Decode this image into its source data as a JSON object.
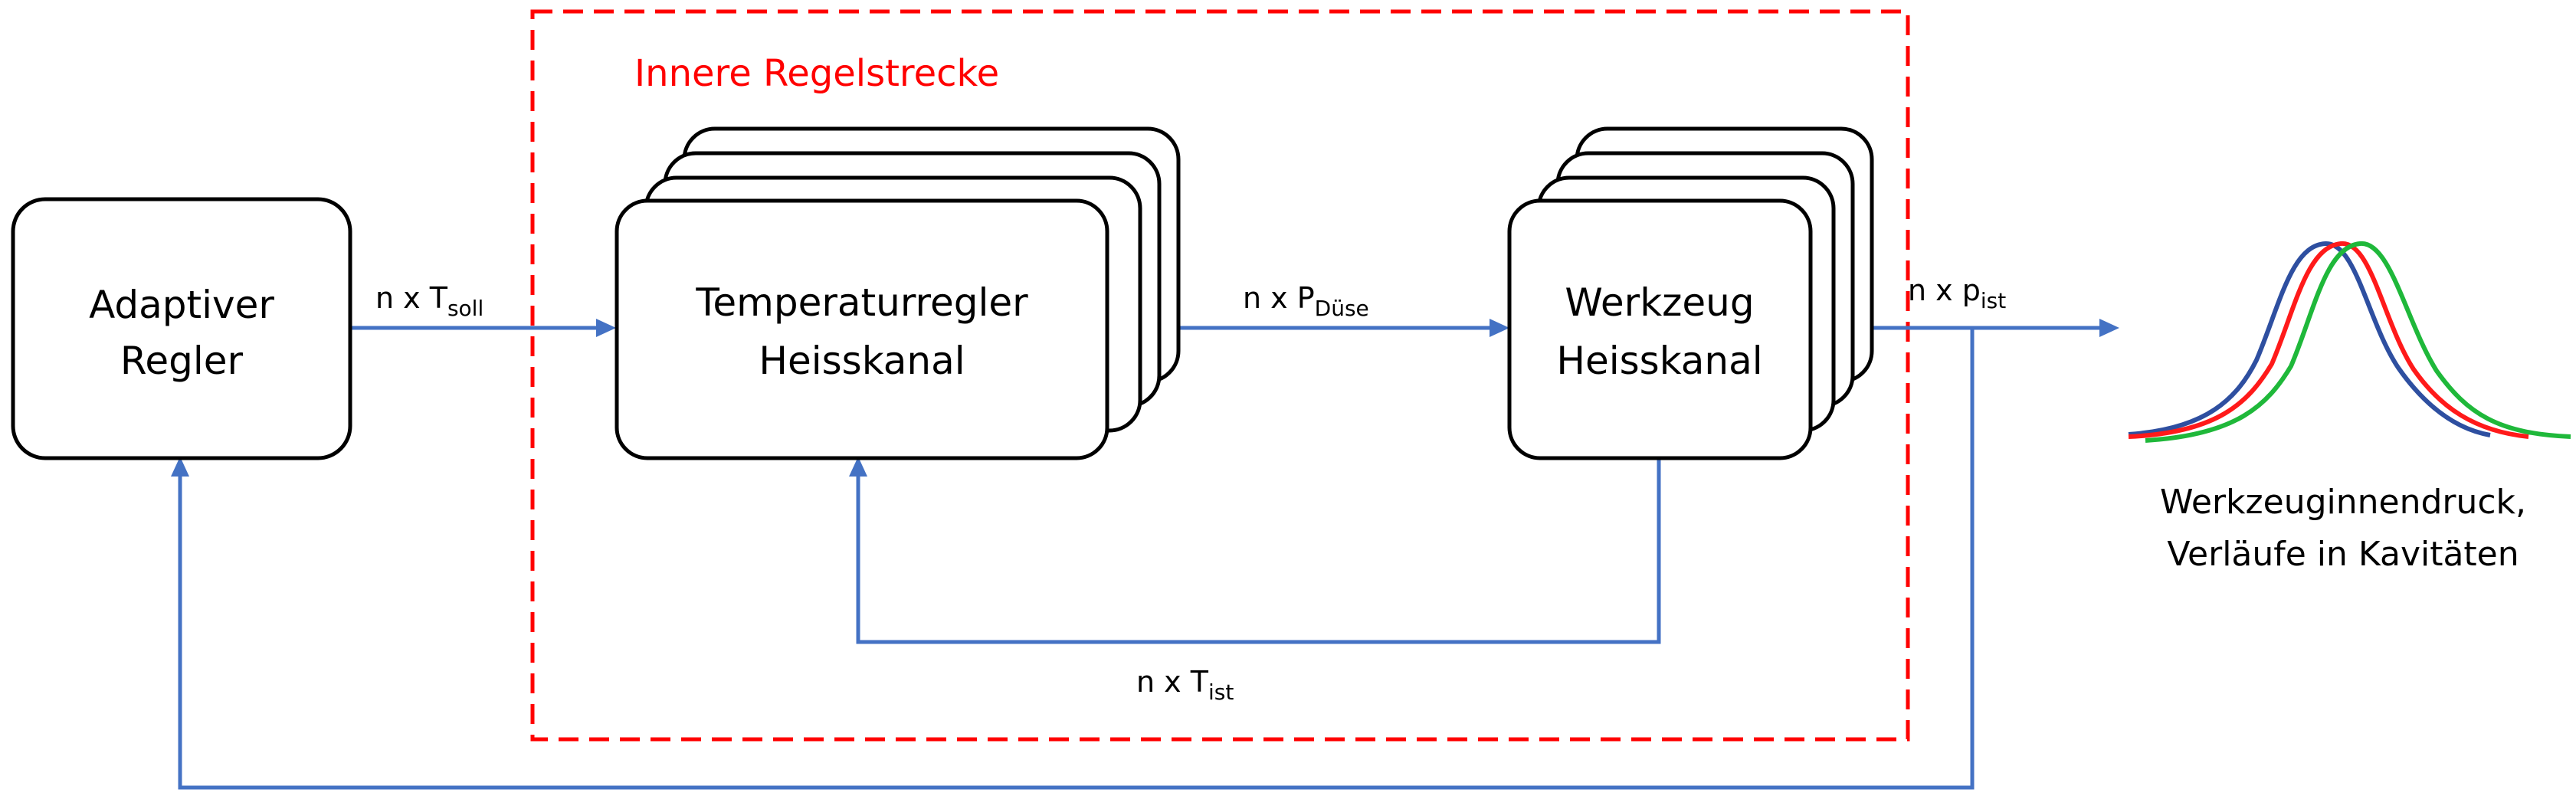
{
  "colors": {
    "flow": "#4472c4",
    "frame": "#ff0000",
    "box_stroke": "#000000",
    "text": "#000000",
    "curve_blue": "#2e4fa0",
    "curve_red": "#ff1a1a",
    "curve_green": "#1fb83a"
  },
  "inner_section": {
    "title": "Innere Regelstrecke"
  },
  "blocks": {
    "adaptive_controller": {
      "line1": "Adaptiver",
      "line2": "Regler"
    },
    "temperature_controller": {
      "line1": "Temperaturregler",
      "line2": "Heisskanal"
    },
    "tool": {
      "line1": "Werkzeug",
      "line2": "Heisskanal"
    }
  },
  "signals": {
    "t_soll": {
      "prefix": "n x T",
      "sub": "soll"
    },
    "p_duese": {
      "prefix": "n x P",
      "sub": "Düse"
    },
    "p_ist": {
      "prefix": "n x p",
      "sub": "ist"
    },
    "t_ist": {
      "prefix": "n x T",
      "sub": "ist"
    }
  },
  "pressure_caption": {
    "line1": "Werkzeuginnendruck,",
    "line2": "Verläufe in Kavitäten"
  }
}
